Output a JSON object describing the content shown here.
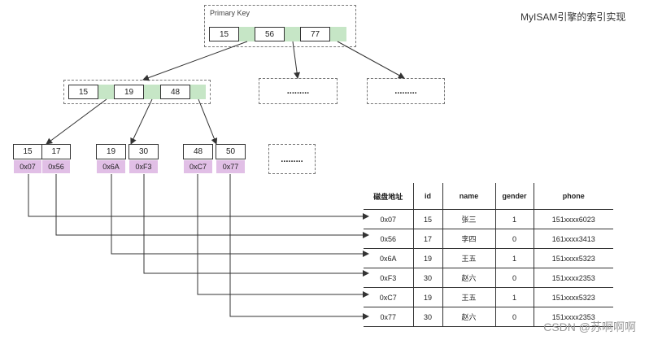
{
  "title": "MyISAM引擎的索引实现",
  "root": {
    "label": "Primary Key",
    "keys": [
      "15",
      "56",
      "77"
    ]
  },
  "level2": {
    "keys": [
      "15",
      "19",
      "48"
    ],
    "placeholders": [
      ".........",
      "........."
    ]
  },
  "leaves": [
    {
      "keys": [
        "15",
        "17"
      ],
      "addrs": [
        "0x07",
        "0x56"
      ]
    },
    {
      "keys": [
        "19",
        "30"
      ],
      "addrs": [
        "0x6A",
        "0xF3"
      ]
    },
    {
      "keys": [
        "48",
        "50"
      ],
      "addrs": [
        "0xC7",
        "0x77"
      ]
    }
  ],
  "leaf_placeholder": ".........",
  "table": {
    "headers": [
      "磁盘地址",
      "id",
      "name",
      "gender",
      "phone"
    ],
    "rows": [
      [
        "0x07",
        "15",
        "张三",
        "1",
        "151xxxx6023"
      ],
      [
        "0x56",
        "17",
        "李四",
        "0",
        "161xxxx3413"
      ],
      [
        "0x6A",
        "19",
        "王五",
        "1",
        "151xxxx5323"
      ],
      [
        "0xF3",
        "30",
        "赵六",
        "0",
        "151xxxx2353"
      ],
      [
        "0xC7",
        "19",
        "王五",
        "1",
        "151xxxx5323"
      ],
      [
        "0x77",
        "30",
        "赵六",
        "0",
        "151xxxx2353"
      ]
    ]
  },
  "watermark": "CSDN @苏啊啊啊",
  "colors": {
    "pointer": "#c6e6c6",
    "address": "#e1bfe6",
    "line": "#333333"
  }
}
